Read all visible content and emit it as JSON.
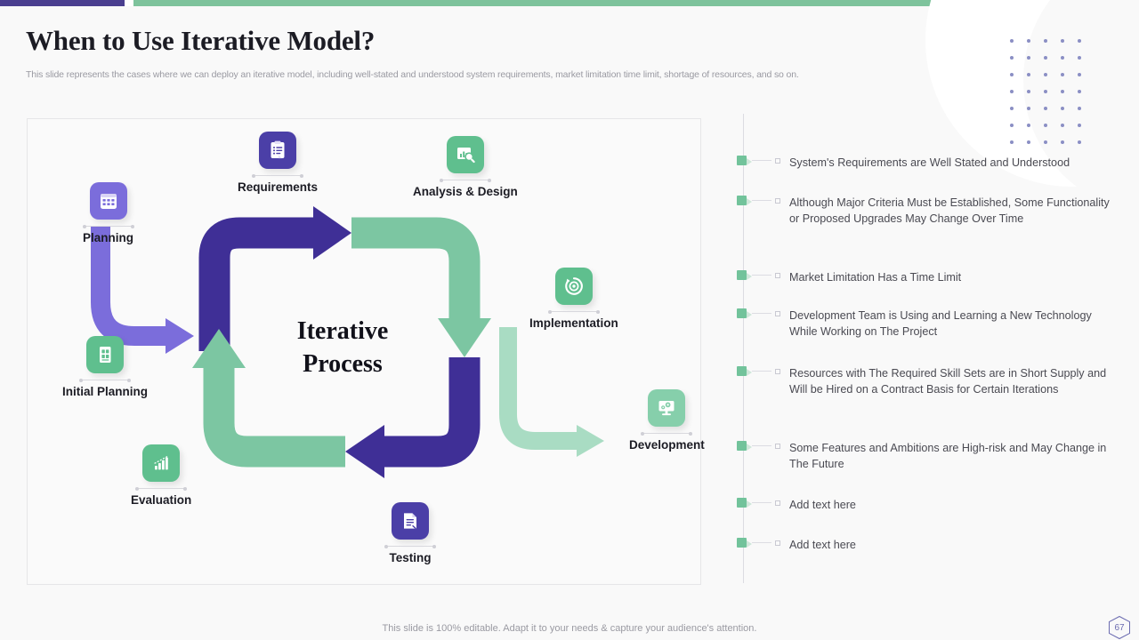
{
  "header": {
    "title": "When to Use Iterative Model?",
    "subtitle": "This slide represents the cases where we can deploy an iterative  model, including well-stated and understood system requirements, market limitation time limit, shortage of resources, and so on."
  },
  "colors": {
    "purple_dark": "#4b3fa7",
    "purple_light": "#7b6ddb",
    "green": "#5fbf8e",
    "green_light": "#86cfab",
    "accent_bar_purple": "#4a3f8f",
    "accent_bar_green": "#7ec39c",
    "dot_grid": "#8b8fc4",
    "text_dark": "#1c1c24",
    "text_muted": "#9a9aa2"
  },
  "diagram": {
    "center_line1": "Iterative",
    "center_line2": "Process",
    "nodes": [
      {
        "label": "Planning",
        "icon": "calendar-icon",
        "tone": "purple-l"
      },
      {
        "label": "Requirements",
        "icon": "clipboard-list-icon",
        "tone": "purple"
      },
      {
        "label": "Analysis & Design",
        "icon": "chart-search-icon",
        "tone": "green"
      },
      {
        "label": "Implementation",
        "icon": "gear-cycle-icon",
        "tone": "green"
      },
      {
        "label": "Development",
        "icon": "code-gear-icon",
        "tone": "green-l"
      },
      {
        "label": "Testing",
        "icon": "document-check-icon",
        "tone": "purple"
      },
      {
        "label": "Evaluation",
        "icon": "bar-chart-icon",
        "tone": "green"
      },
      {
        "label": "Initial Planning",
        "icon": "notes-icon",
        "tone": "green"
      }
    ]
  },
  "list": {
    "items": [
      "System's Requirements are Well Stated and Understood",
      "Although Major  Criteria Must be Established, Some Functionality or Proposed Upgrades May Change Over Time",
      "Market Limitation Has a Time Limit",
      "Development Team is Using and Learning a New Technology While Working on The Project",
      "Resources with The Required Skill Sets are in Short Supply and Will be Hired on a Contract Basis for Certain Iterations",
      "Some Features and Ambitions are High-risk and May Change in The Future",
      "Add text here",
      "Add text here"
    ]
  },
  "footer": {
    "note": "This slide is 100% editable. Adapt it to your needs & capture your audience's attention.",
    "page_number": "67"
  }
}
